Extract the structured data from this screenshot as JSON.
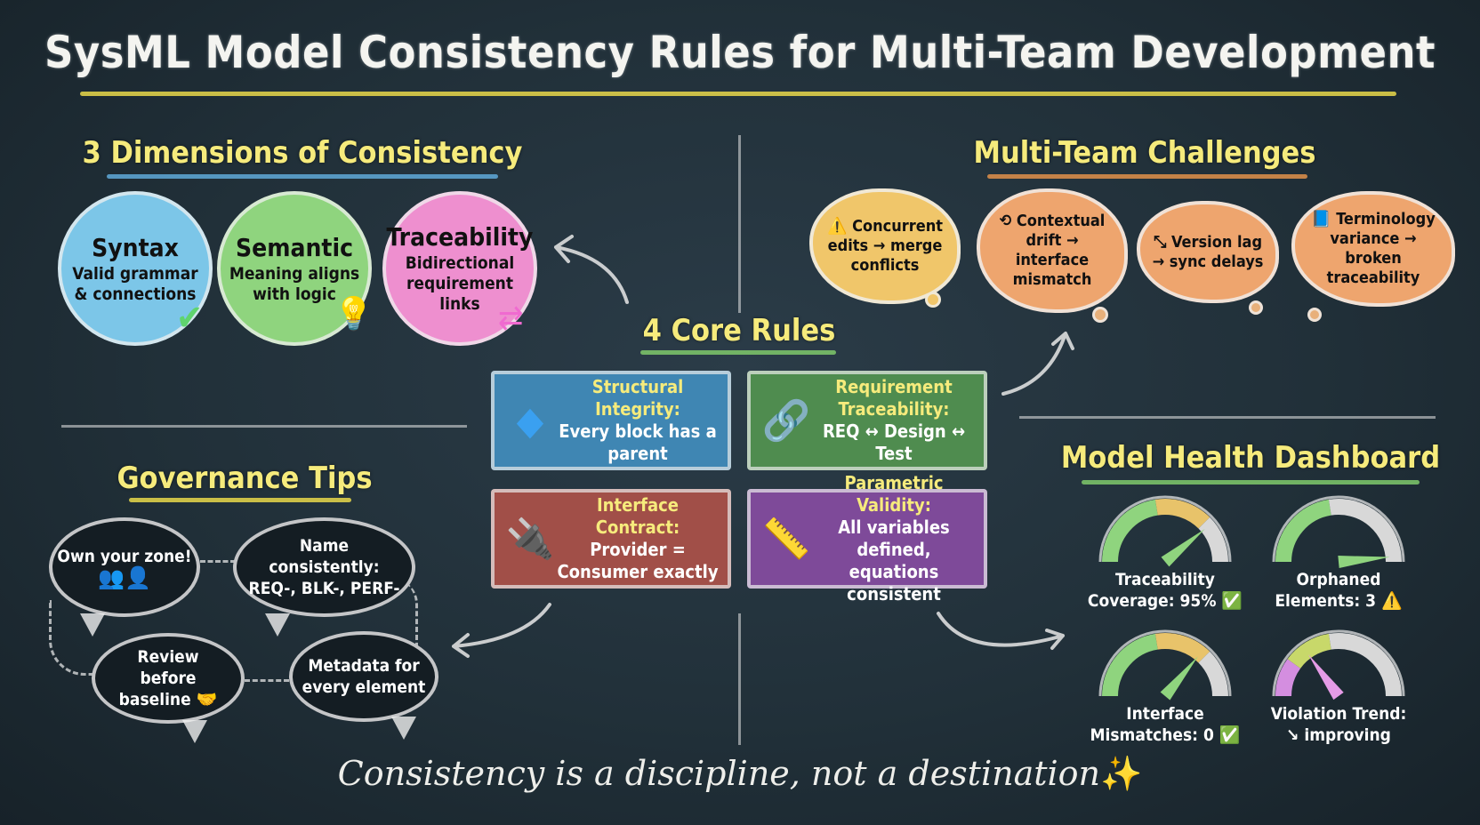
{
  "title": "SysML Model Consistency Rules for Multi-Team Development",
  "dimensions": {
    "heading": "3 Dimensions of Consistency",
    "items": [
      {
        "title": "Syntax",
        "desc": "Valid grammar & connections",
        "icon": "check-icon",
        "color": "#7cc6e8"
      },
      {
        "title": "Semantic",
        "desc": "Meaning aligns with logic",
        "icon": "lightbulb-icon",
        "color": "#8fd47e"
      },
      {
        "title": "Traceability",
        "desc": "Bidirectional requirement links",
        "icon": "bidirectional-arrows-icon",
        "color": "#ee8fcf"
      }
    ]
  },
  "core_rules": {
    "heading": "4 Core Rules",
    "items": [
      {
        "title": "Structural Integrity:",
        "desc": "Every block has a parent",
        "icon": "diamond-icon",
        "color": "#3f86b3"
      },
      {
        "title": "Requirement Traceability:",
        "desc": "REQ ↔ Design ↔ Test",
        "icon": "chain-link-icon",
        "color": "#4f8c4f"
      },
      {
        "title": "Interface Contract:",
        "desc": "Provider = Consumer exactly",
        "icon": "plug-icon",
        "color": "#a14f48"
      },
      {
        "title": "Parametric Validity:",
        "desc": "All variables defined, equations consistent",
        "icon": "ruler-icon",
        "color": "#7e4a99"
      }
    ]
  },
  "challenges": {
    "heading": "Multi-Team Challenges",
    "items": [
      {
        "icon": "warning-icon",
        "text": "Concurrent edits → merge conflicts",
        "color": "#f0c66a"
      },
      {
        "icon": "drift-icon",
        "text": "Contextual drift → interface mismatch",
        "color": "#eea56e"
      },
      {
        "icon": "diagonal-arrows-icon",
        "text": "Version lag → sync delays",
        "color": "#eea56e"
      },
      {
        "icon": "book-icon",
        "text": "Terminology variance → broken traceability",
        "color": "#eea56e"
      }
    ]
  },
  "governance": {
    "heading": "Governance Tips",
    "items": [
      {
        "text": "Own your zone!",
        "icon": "team-icon"
      },
      {
        "text": "Name consistently: REQ-, BLK-, PERF-"
      },
      {
        "text": "Review before baseline",
        "icon": "handshake-icon"
      },
      {
        "text": "Metadata for every element"
      }
    ]
  },
  "dashboard": {
    "heading": "Model Health Dashboard",
    "gauges": [
      {
        "label1": "Traceability",
        "label2": "Coverage: 95%",
        "status": "✅",
        "status_icon": "check-icon",
        "value_percent": 95,
        "needle_color": "#8fd47e"
      },
      {
        "label1": "Orphaned",
        "label2": "Elements: 3",
        "status": "⚠️",
        "status_icon": "warning-icon",
        "value": 3,
        "needle_color": "#8fd47e"
      },
      {
        "label1": "Interface",
        "label2": "Mismatches: 0",
        "status": "✅",
        "status_icon": "check-icon",
        "value": 0,
        "needle_color": "#8fd47e"
      },
      {
        "label1": "Violation Trend:",
        "label2": "↘ improving",
        "status": "",
        "trend": "improving",
        "needle_color": "#e59be6"
      }
    ]
  },
  "footer": {
    "text": "Consistency is a discipline, not a destination",
    "icon": "sparkle-icon"
  },
  "colors": {
    "heading": "#f6eb7c",
    "background": "#213039",
    "chalk": "#f0f0f0"
  }
}
